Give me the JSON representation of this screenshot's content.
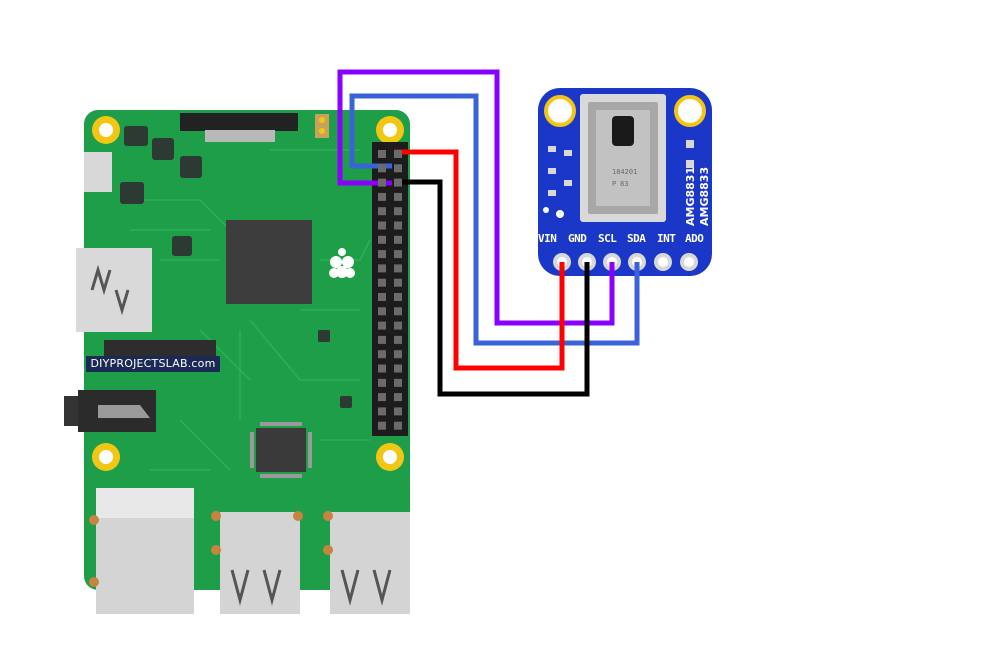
{
  "watermark": "DIYPROJECTSLAB.com",
  "sensor": {
    "part_numbers": [
      "AMG8831",
      "AMG8833"
    ],
    "cap_text": [
      "P",
      "83",
      "184201"
    ],
    "pin_labels": [
      "VIN",
      "GND",
      "SCL",
      "SDA",
      "INT",
      "ADO"
    ]
  },
  "wires": [
    {
      "name": "VIN",
      "color": "#ff0000"
    },
    {
      "name": "GND",
      "color": "#000000"
    },
    {
      "name": "SCL",
      "color": "#8a00ff"
    },
    {
      "name": "SDA",
      "color": "#3a63d9"
    }
  ],
  "colors": {
    "pcb": "#1f9e4a",
    "pcb_dark": "#17863c",
    "sensor_board": "#1a37c8",
    "gold": "#f3c614",
    "connector": "#c9c9c9"
  }
}
